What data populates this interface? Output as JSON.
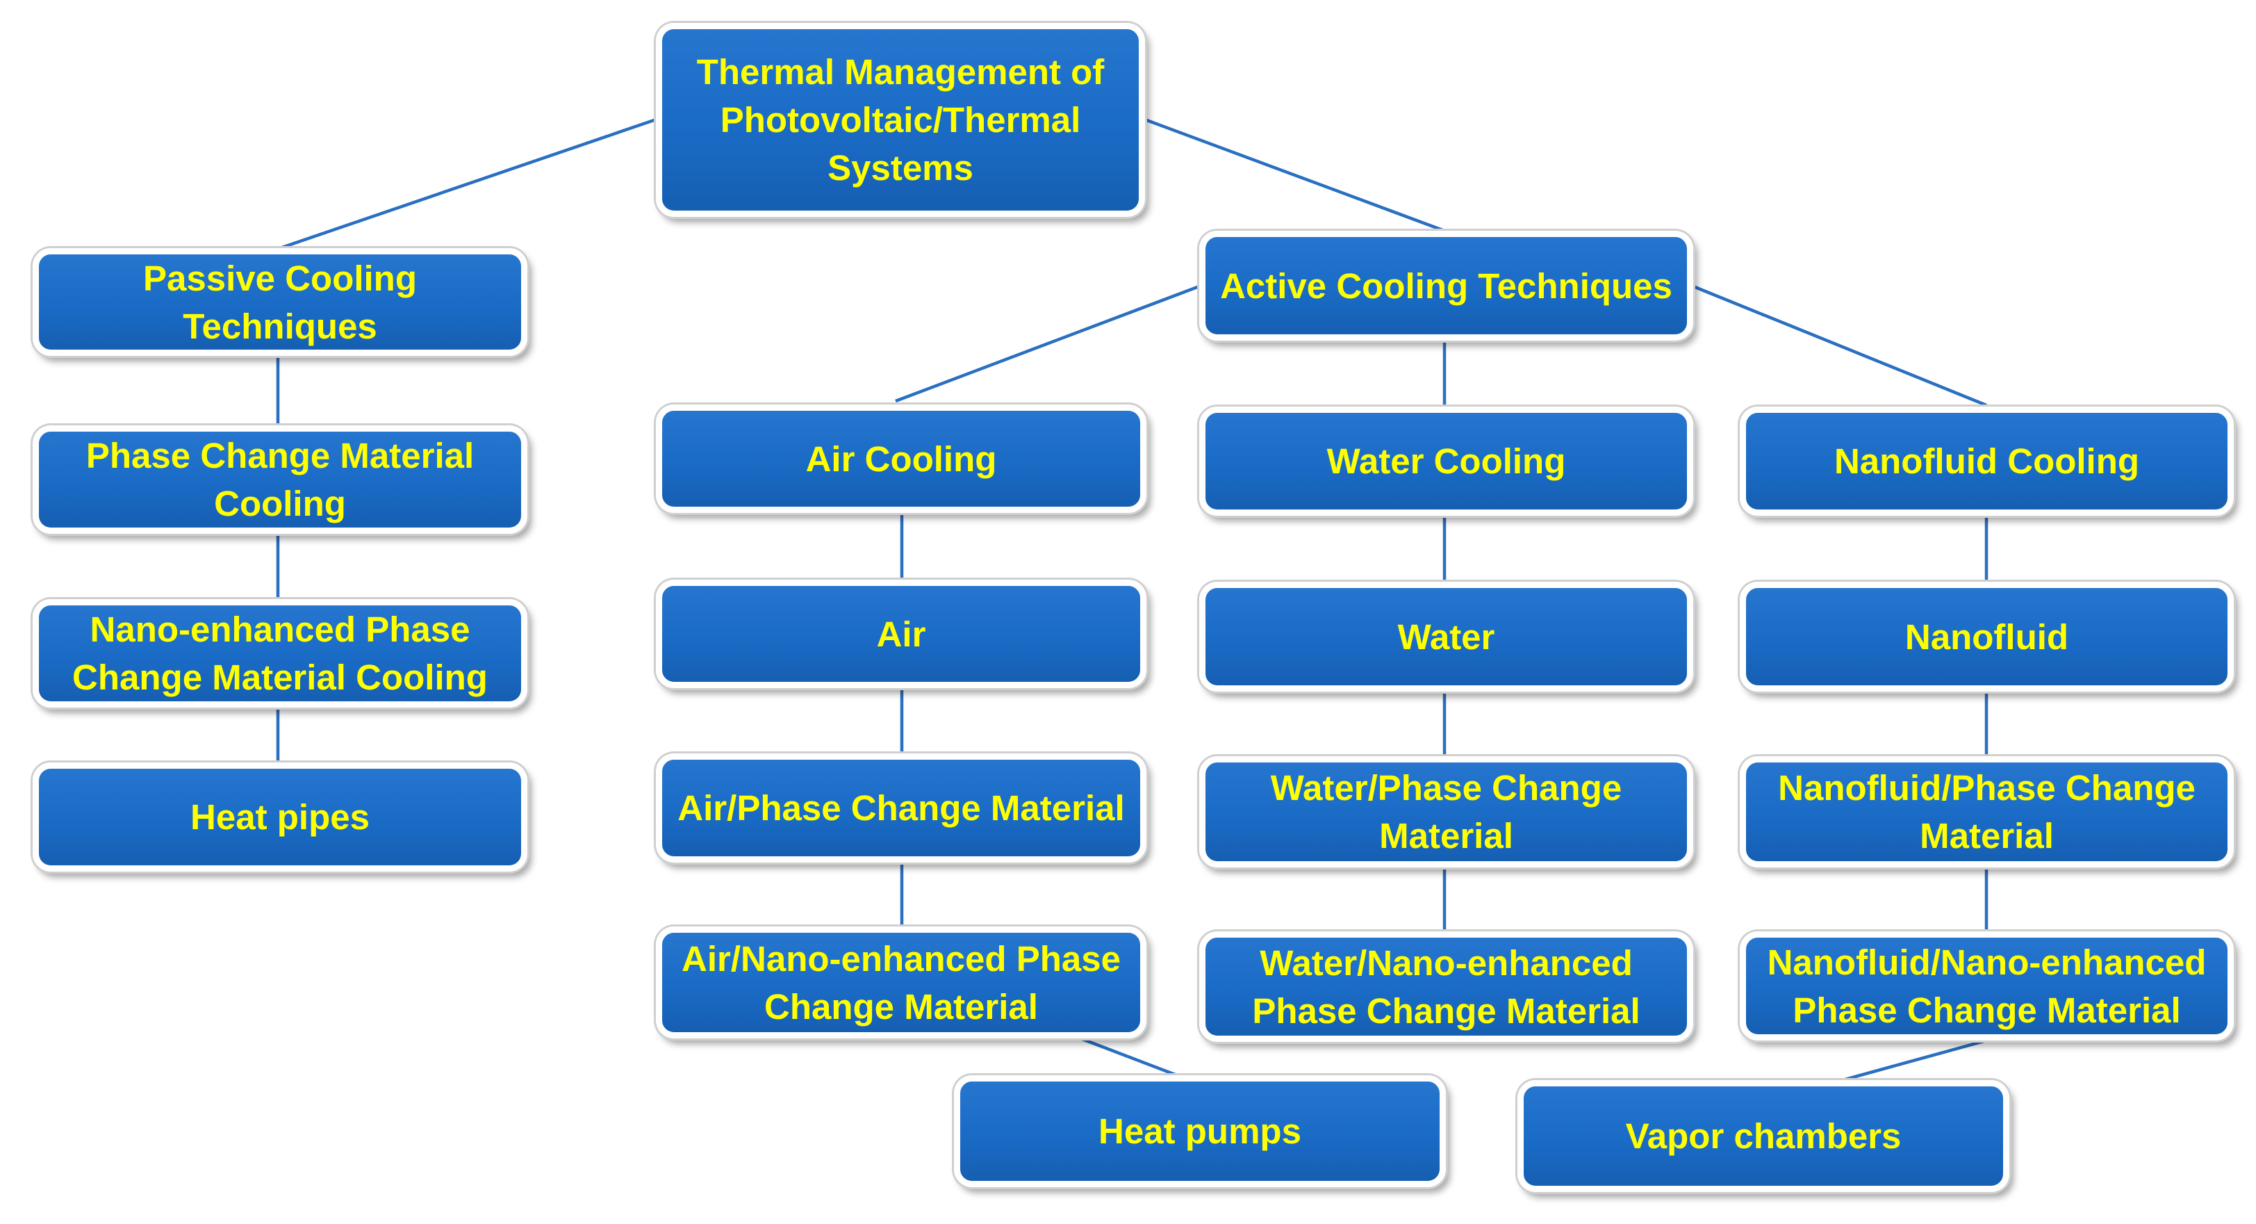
{
  "colors": {
    "box_fill": "#1a6bc6",
    "box_text": "#ffff00",
    "connector": "#2a6fc0",
    "background": "#ffffff"
  },
  "root": {
    "label": "Thermal Management of Photovoltaic/Thermal Systems"
  },
  "passive": {
    "label": "Passive Cooling Techniques",
    "items": [
      "Phase Change Material Cooling",
      "Nano-enhanced Phase Change Material Cooling",
      "Heat pipes"
    ]
  },
  "active": {
    "label": "Active Cooling Techniques",
    "columns": [
      {
        "label": "Air Cooling",
        "items": [
          "Air",
          "Air/Phase Change Material",
          "Air/Nano-enhanced Phase Change Material"
        ]
      },
      {
        "label": "Water Cooling",
        "items": [
          "Water",
          "Water/Phase Change Material",
          "Water/Nano-enhanced Phase Change Material"
        ]
      },
      {
        "label": "Nanofluid Cooling",
        "items": [
          "Nanofluid",
          "Nanofluid/Phase Change Material",
          "Nanofluid/Nano-enhanced Phase Change Material"
        ]
      }
    ]
  },
  "extras": {
    "heat_pumps": "Heat pumps",
    "vapor_chambers": "Vapor chambers"
  }
}
